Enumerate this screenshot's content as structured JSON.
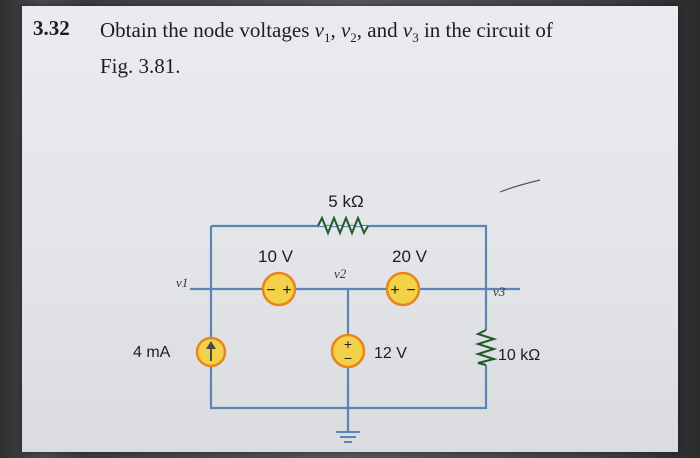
{
  "problem": {
    "number": "3.32",
    "text_prefix": "Obtain the node voltages ",
    "v": "v",
    "s1": "1",
    "s2": "2",
    "s3": "3",
    "comma1": ", ",
    "comma2": ", and ",
    "text_suffix": " in the circuit of",
    "line2": "Fig. 3.81."
  },
  "circuit": {
    "r_top": "5 kΩ",
    "r_right": "10 kΩ",
    "src_10v": "10 V",
    "src_20v": "20 V",
    "src_12v": "12 V",
    "src_4ma": "4 mA",
    "node_v1": "v1",
    "node_v2": "v2",
    "node_v3": "v3",
    "plus": "+",
    "minus": "−",
    "wire_color": "#5b85b5",
    "source_color": "#f3d24a",
    "source_ring": "#e8851c"
  }
}
